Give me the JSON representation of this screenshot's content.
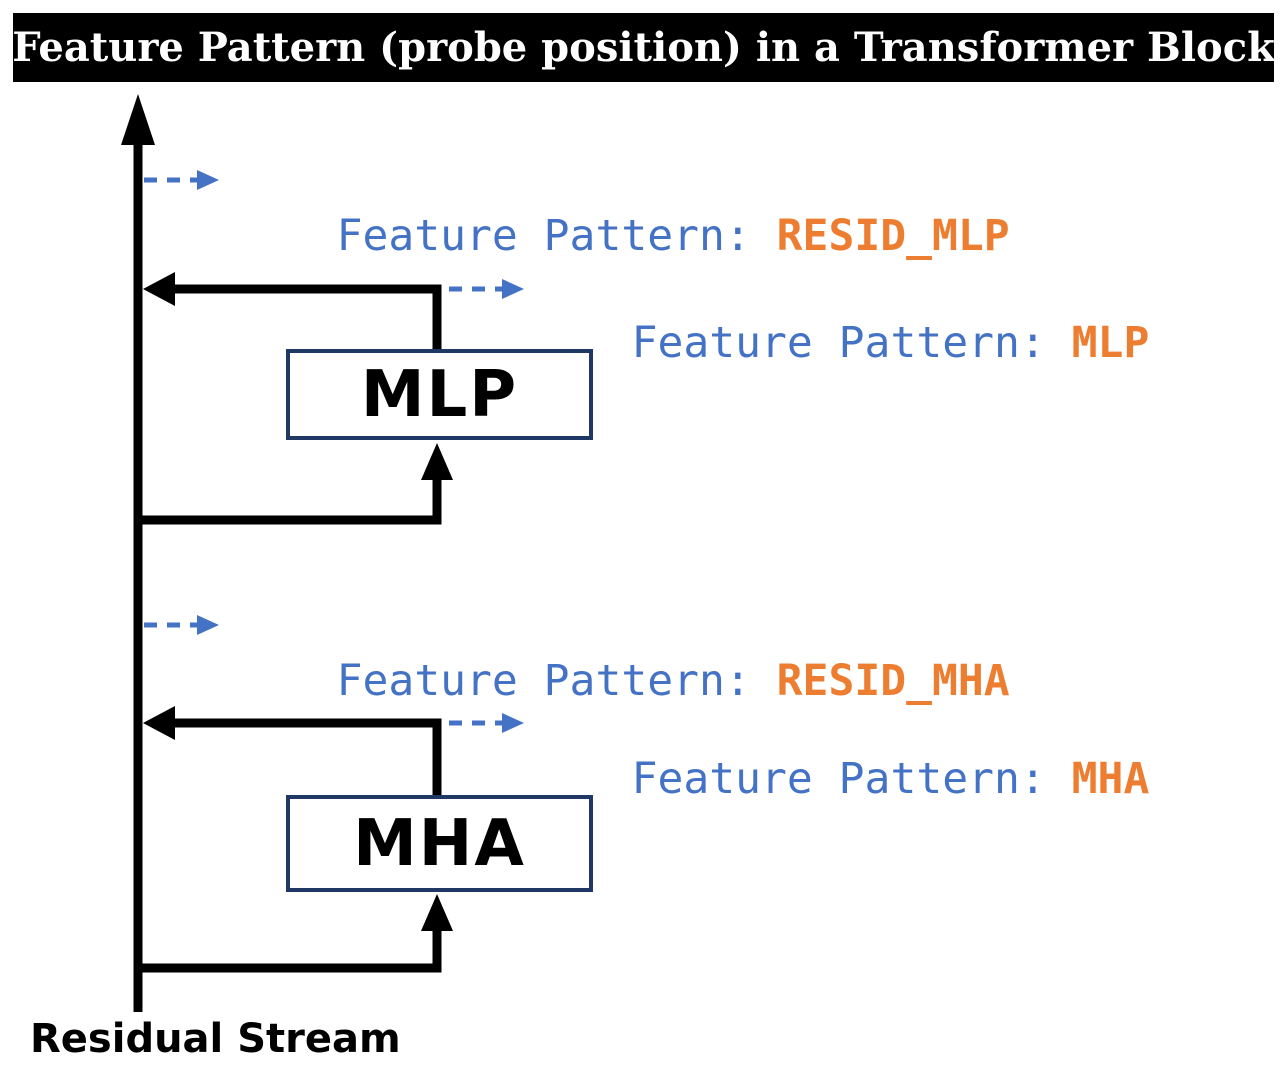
{
  "title": "Feature Pattern (probe position) in a Transformer Block",
  "colors": {
    "title_bg": "#000000",
    "title_text": "#FFFFFF",
    "line_black": "#000000",
    "arrow_blue": "#4472C4",
    "value_orange": "#ED7D31",
    "box_border": "#203864"
  },
  "blocks": {
    "mlp": "MLP",
    "mha": "MHA"
  },
  "labels": {
    "resid_mlp": {
      "prefix": "Feature Pattern: ",
      "value": "RESID_MLP"
    },
    "mlp": {
      "prefix": "Feature Pattern: ",
      "value": "MLP"
    },
    "resid_mha": {
      "prefix": "Feature Pattern: ",
      "value": "RESID_MHA"
    },
    "mha": {
      "prefix": "Feature Pattern: ",
      "value": "MHA"
    }
  },
  "residual_stream_label": "Residual Stream"
}
